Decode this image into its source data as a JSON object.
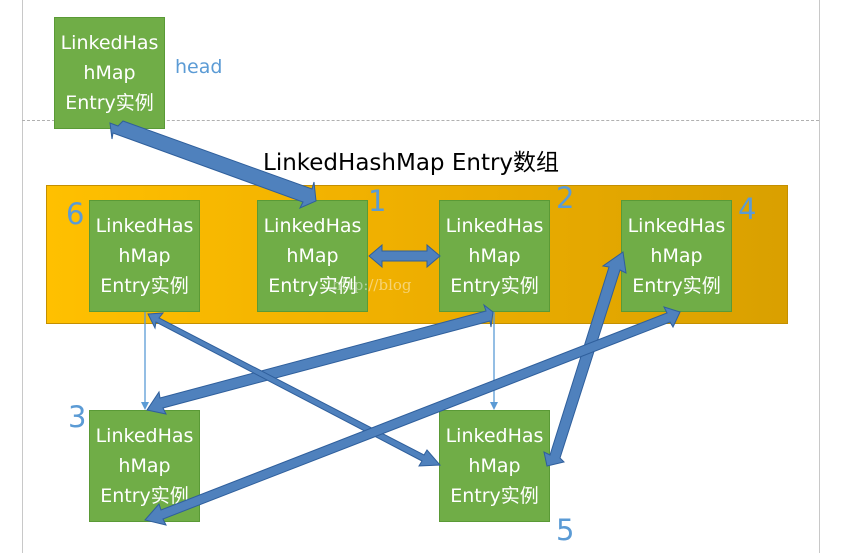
{
  "diagram": {
    "title": "LinkedHashMap Entry数组",
    "head_label": "head",
    "watermark": "http://blog",
    "entry_text": {
      "line1": "LinkedHas",
      "line2": "hMap",
      "line3": "Entry实例"
    },
    "labels": {
      "one": "1",
      "two": "2",
      "three": "3",
      "four": "4",
      "five": "5",
      "six": "6"
    },
    "colors": {
      "entry_fill": "#70ad47",
      "array_fill": "#ffc000",
      "arrow": "#4f81bd",
      "label": "#5b9bd5"
    }
  }
}
